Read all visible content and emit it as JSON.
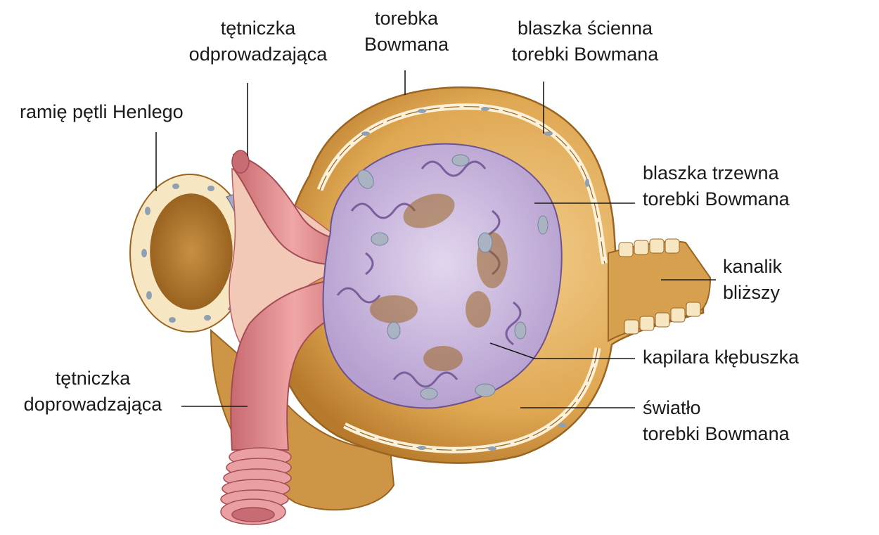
{
  "labels": {
    "henle": [
      "ramię pętli Henlego"
    ],
    "efferent": [
      "tętniczka",
      "odprowadzająca"
    ],
    "capsule": [
      "torebka",
      "Bowmana"
    ],
    "parietal": [
      "blaszka ścienna",
      "torebki Bowmana"
    ],
    "visceral": [
      "blaszka trzewna",
      "torebki Bowmana"
    ],
    "proximal": [
      "kanalik",
      "bliższy"
    ],
    "capillary": [
      "kapilara kłębuszka"
    ],
    "lumen": [
      "światło",
      "torebki Bowmana"
    ],
    "afferent": [
      "tętniczka",
      "doprowadzająca"
    ]
  },
  "colors": {
    "capsule": "#d9a24e",
    "capsule_dark": "#b87a2c",
    "capsule_light": "#efc984",
    "artery": "#e08a8a",
    "artery_dark": "#b85b62",
    "glomerulus": "#c7b3dc",
    "glomerulus_dark": "#7b5f9c",
    "cell": "#f6e6c2",
    "nucleus": "#9aa7b8",
    "leader": "#1a1a1a"
  }
}
